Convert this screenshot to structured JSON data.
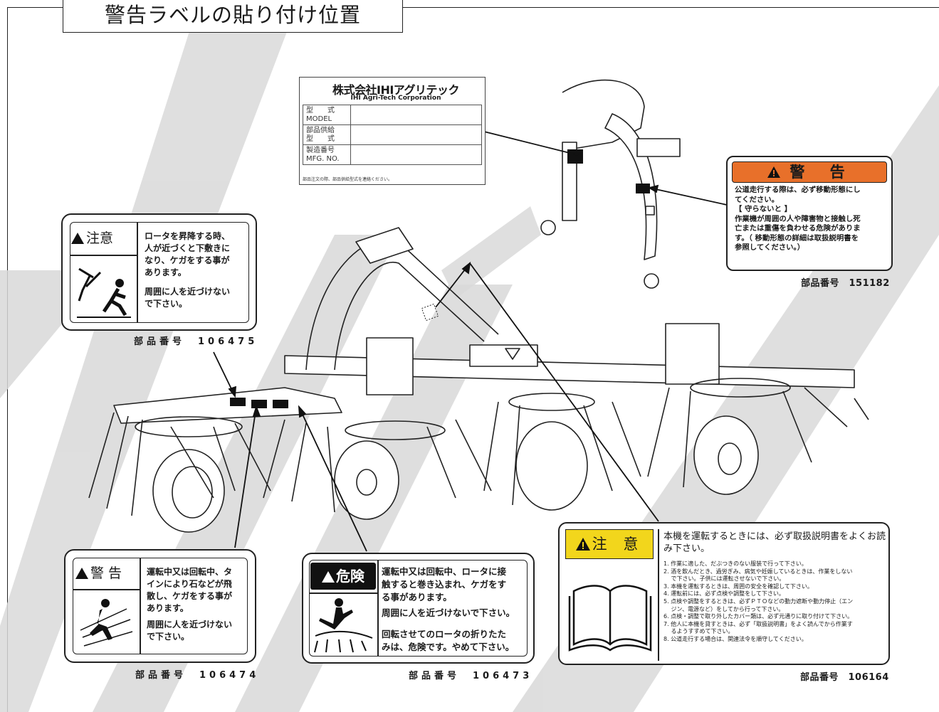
{
  "page_title": "警告ラベルの貼り付け位置",
  "nameplate": {
    "company": "株式会社IHIアグリテック",
    "company_en": "IHI Agri-Tech Corporation",
    "rows": [
      {
        "label": "型　　式",
        "label2": "MODEL"
      },
      {
        "label": "部品供給",
        "label2": "型　　式"
      },
      {
        "label": "製造番号",
        "label2": "MFG. NO."
      }
    ],
    "note": "部品注文の際、部品供給型式を連絡ください。"
  },
  "warning_orange": {
    "title": "警 告",
    "body": [
      "公道走行する際は、必ず移動形態にし",
      "てください。",
      "【 守らないと 】",
      "作業機が周囲の人や障害物と接触し死",
      "亡または重傷を負わせる危険がありま",
      "す。（ 移動形態の詳細は取扱説明書を",
      "参照してください。）"
    ],
    "part_no": "部品番号　151182"
  },
  "caution_rotor": {
    "head": "注意",
    "text1": [
      "ロータを昇降する時、",
      "人が近づくと下敷きに",
      "なり、ケガをする事が",
      "あります。"
    ],
    "text2": [
      "周囲に人を近づけない",
      "で下さい。"
    ],
    "part_no": "部品番号　106475"
  },
  "warning_stone": {
    "head": "警 告",
    "text1": [
      "運転中又は回転中、タ",
      "インにより石などが飛",
      "散し、ケガをする事が",
      "あります。"
    ],
    "text2": [
      "周囲に人を近づけない",
      "で下さい。"
    ],
    "part_no": "部品番号　106474"
  },
  "danger": {
    "head": "危険",
    "text1": [
      "運転中又は回転中、ロータに接",
      "触すると巻き込まれ、ケガをす",
      "る事があります。"
    ],
    "text2": [
      "周囲に人を近づけないで下さい。"
    ],
    "text3": [
      "回転させてのロータの折りたた",
      "みは、危険です。やめて下さい。"
    ],
    "part_no": "部品番号　106473"
  },
  "caution_manual": {
    "head": "注 意",
    "intro": "本機を運転するときには、必ず取扱説明書をよくお読み下さい。",
    "items": [
      "1. 作業に適した、だぶつきのない服装で行って下さい。",
      "2. 酒を飲んだとき、過労ぎみ、病気や妊娠しているときは、作業をしない",
      "　 で下さい。子供には運転させないで下さい。",
      "3. 本機を運転するときは、周囲の安全を確認して下さい。",
      "4. 運転前には、必ず点検や調整をして下さい。",
      "5. 点検や調整をするときは、必ずＰＴＯなどの動力遮断や動力停止（エン",
      "　 ジン、電源など）をしてから行って下さい。",
      "6. 点検・調整で取り外したカバー類は、必ず元通りに取り付けて下さい。",
      "7. 他人に本機を貸すときは、必ず「取扱説明書」をよく読んでから作業す",
      "　 るようすすめて下さい。",
      "8. 公道走行する場合は、関連法令を順守してください。"
    ],
    "part_no": "部品番号　106164"
  },
  "colors": {
    "warning_orange": "#e8702a",
    "caution_yellow": "#f2d61c",
    "watermark": "#d9d9d9"
  }
}
